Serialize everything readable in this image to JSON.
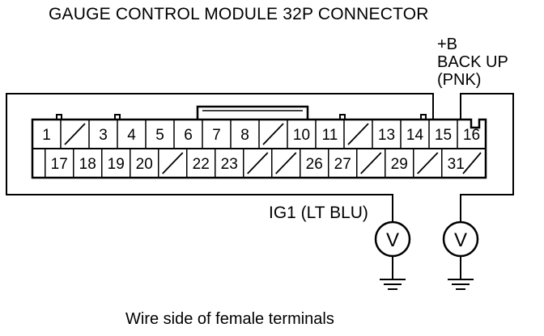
{
  "title": "GAUGE CONTROL MODULE 32P CONNECTOR",
  "backup_label": {
    "line1": "+B",
    "line2": "BACK UP",
    "line3": "(PNK)"
  },
  "ig1_label": "IG1 (LT BLU)",
  "caption": "Wire side of female terminals",
  "connector": {
    "top_row": [
      "1",
      "",
      "3",
      "4",
      "5",
      "6",
      "7",
      "8",
      "",
      "10",
      "11",
      "",
      "13",
      "14",
      "15",
      "16"
    ],
    "bottom_row": [
      "17",
      "18",
      "19",
      "20",
      "",
      "22",
      "23",
      "",
      "",
      "26",
      "27",
      "",
      "29",
      "",
      "31",
      ""
    ]
  },
  "voltmeters": [
    {
      "name": "ig1-voltmeter",
      "symbol": "V"
    },
    {
      "name": "backup-voltmeter",
      "symbol": "V"
    }
  ]
}
